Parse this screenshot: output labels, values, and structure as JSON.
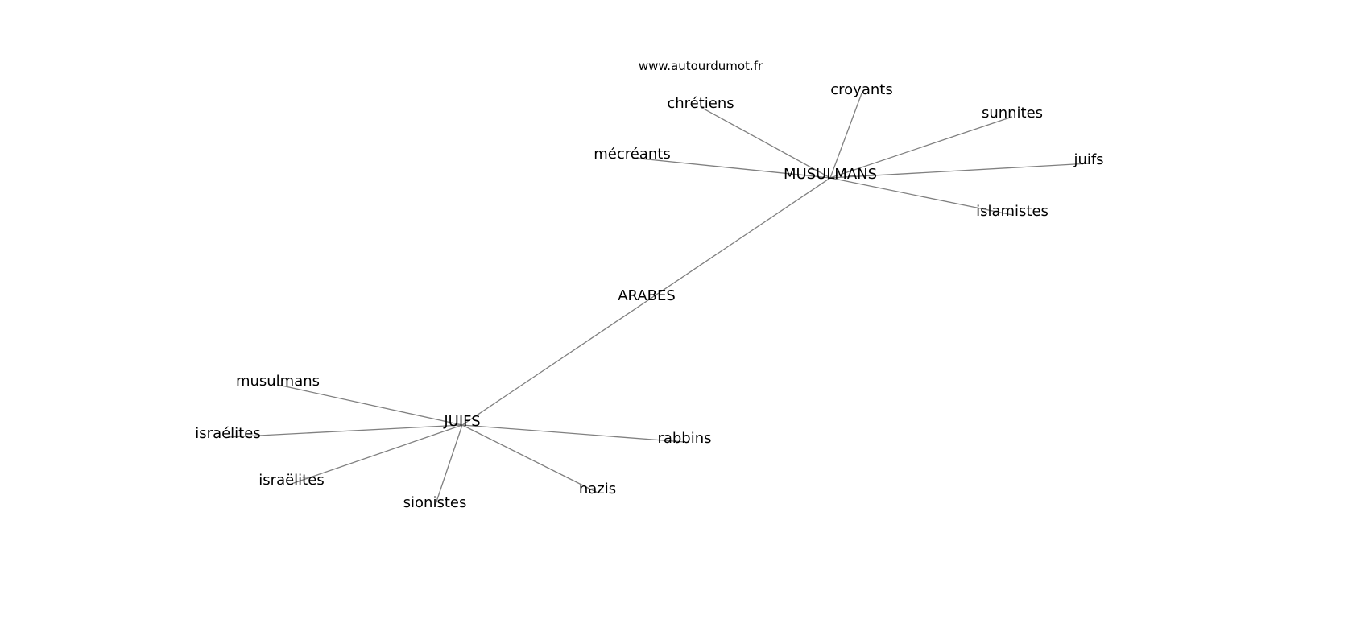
{
  "watermark": "www.autourdumot.fr",
  "edge_color": "#808080",
  "nodes": [
    {
      "id": "MUSULMANS",
      "label": "MUSULMANS"
    },
    {
      "id": "chretiens",
      "label": "chrétiens"
    },
    {
      "id": "croyants",
      "label": "croyants"
    },
    {
      "id": "sunnites",
      "label": "sunnites"
    },
    {
      "id": "juifs",
      "label": "juifs"
    },
    {
      "id": "islamistes",
      "label": "islamistes"
    },
    {
      "id": "mecreants",
      "label": "mécréants"
    },
    {
      "id": "ARABES",
      "label": "ARABES"
    },
    {
      "id": "JUIFS",
      "label": "JUIFS"
    },
    {
      "id": "musulmans",
      "label": "musulmans"
    },
    {
      "id": "israelites",
      "label": "israélites"
    },
    {
      "id": "israelites2",
      "label": "israëlites"
    },
    {
      "id": "sionistes",
      "label": "sionistes"
    },
    {
      "id": "nazis",
      "label": "nazis"
    },
    {
      "id": "rabbins",
      "label": "rabbins"
    }
  ],
  "edges": [
    [
      "MUSULMANS",
      "chretiens"
    ],
    [
      "MUSULMANS",
      "croyants"
    ],
    [
      "MUSULMANS",
      "sunnites"
    ],
    [
      "MUSULMANS",
      "juifs"
    ],
    [
      "MUSULMANS",
      "islamistes"
    ],
    [
      "MUSULMANS",
      "mecreants"
    ],
    [
      "MUSULMANS",
      "JUIFS"
    ],
    [
      "JUIFS",
      "musulmans"
    ],
    [
      "JUIFS",
      "israelites"
    ],
    [
      "JUIFS",
      "israelites2"
    ],
    [
      "JUIFS",
      "sionistes"
    ],
    [
      "JUIFS",
      "nazis"
    ],
    [
      "JUIFS",
      "rabbins"
    ]
  ]
}
